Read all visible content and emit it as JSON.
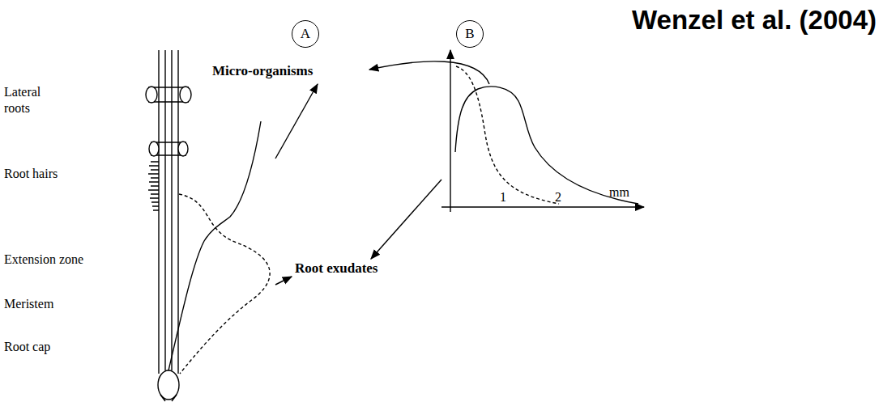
{
  "diagram": {
    "title": "Wenzel et al. (2004)",
    "nodes": [
      {
        "text": [
          "A"
        ]
      },
      {
        "text": [
          "B"
        ]
      }
    ],
    "labels": [
      "Micro-organisms",
      "Lateral roots",
      "Root hairs",
      "Extension zone",
      "Root exudates",
      "Meristem",
      "Root cap",
      "1",
      "2",
      "mm"
    ]
  }
}
